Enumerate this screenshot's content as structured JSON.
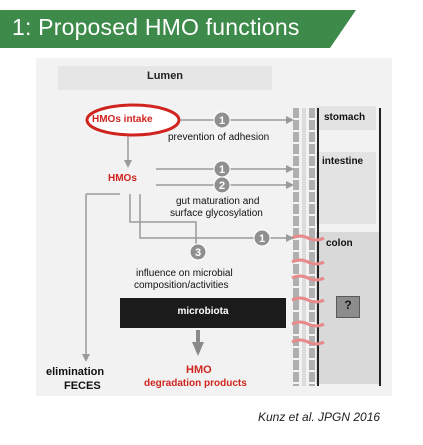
{
  "title": "1: Proposed HMO functions",
  "lumen": "Lumen",
  "organs": {
    "stomach": "stomach",
    "intestine": "intestine",
    "colon": "colon"
  },
  "nodes": {
    "intake": "HMOs intake",
    "hmos": "HMOs",
    "microbiota": "microbiota",
    "elimination_line1": "elimination",
    "elimination_line2": "FECES",
    "degradation_line1": "HMO",
    "degradation_line2": "degradation products",
    "unknown": "?"
  },
  "steps": {
    "s1": "1",
    "s2": "2",
    "s3": "3"
  },
  "functions": {
    "adhesion": "prevention of adhesion",
    "gut_line1": "gut maturation and",
    "gut_line2": "surface glycosylation",
    "microbial_line1": "influence on microbial",
    "microbial_line2": "composition/activities"
  },
  "credit": "Kunz et al. JPGN 2016",
  "colors": {
    "banner": "#3d8a4a",
    "accent_red": "#d0251f",
    "arrow_gray": "#9a9a9a",
    "bacteria_pink": "#e68a8a"
  }
}
